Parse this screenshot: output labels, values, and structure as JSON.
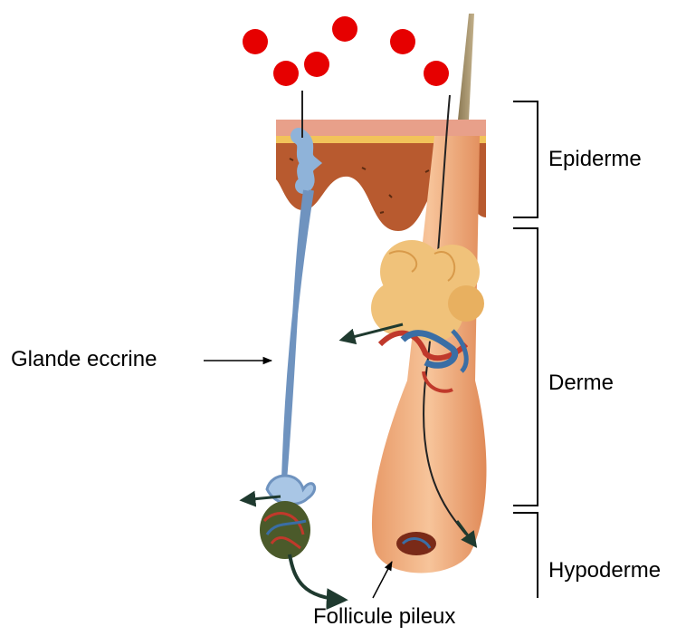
{
  "labels": {
    "epiderme": "Epiderme",
    "derme": "Derme",
    "hypoderme": "Hypoderme",
    "glande": "Glande eccrine",
    "follicule": "Follicule pileux"
  },
  "colors": {
    "secretion_dots": "#e60000",
    "epidermis_surface": "#e8a08a",
    "epidermis_band": "#f2c35a",
    "dermis_papillae": "#b85a2f",
    "gland_duct": "#8fb3d9",
    "sebaceous_gland": "#f0c27a",
    "follicle": "#f3a978",
    "blood_vessels_red": "#c0392b",
    "blood_vessels_blue": "#3a6ea5",
    "arrow": "#1f3a2f",
    "bracket": "#000000"
  }
}
